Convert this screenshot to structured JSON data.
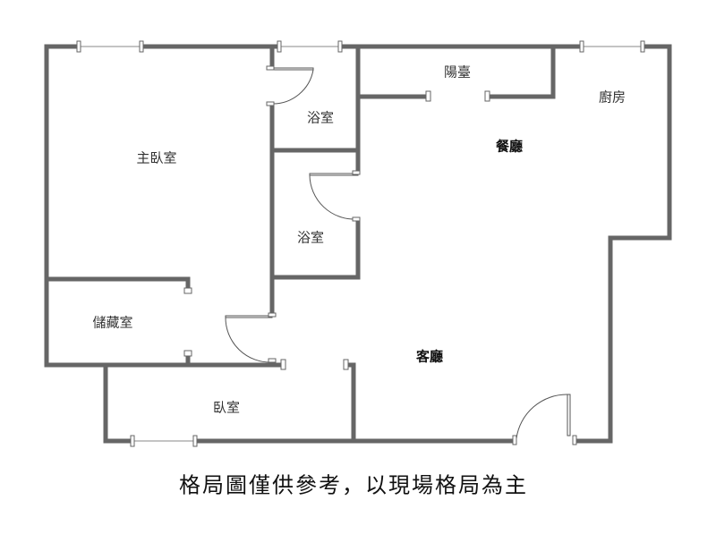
{
  "rooms": {
    "balcony": "陽臺",
    "kitchen": "廚房",
    "dining": "餐廳",
    "master_bedroom": "主臥室",
    "bathroom_1": "浴室",
    "bathroom_2": "浴室",
    "storage": "儲藏室",
    "living": "客廳",
    "bedroom": "臥室"
  },
  "caption": "格局圖僅供參考，以現場格局為主",
  "colors": {
    "wall": "#666666",
    "background": "#ffffff"
  }
}
